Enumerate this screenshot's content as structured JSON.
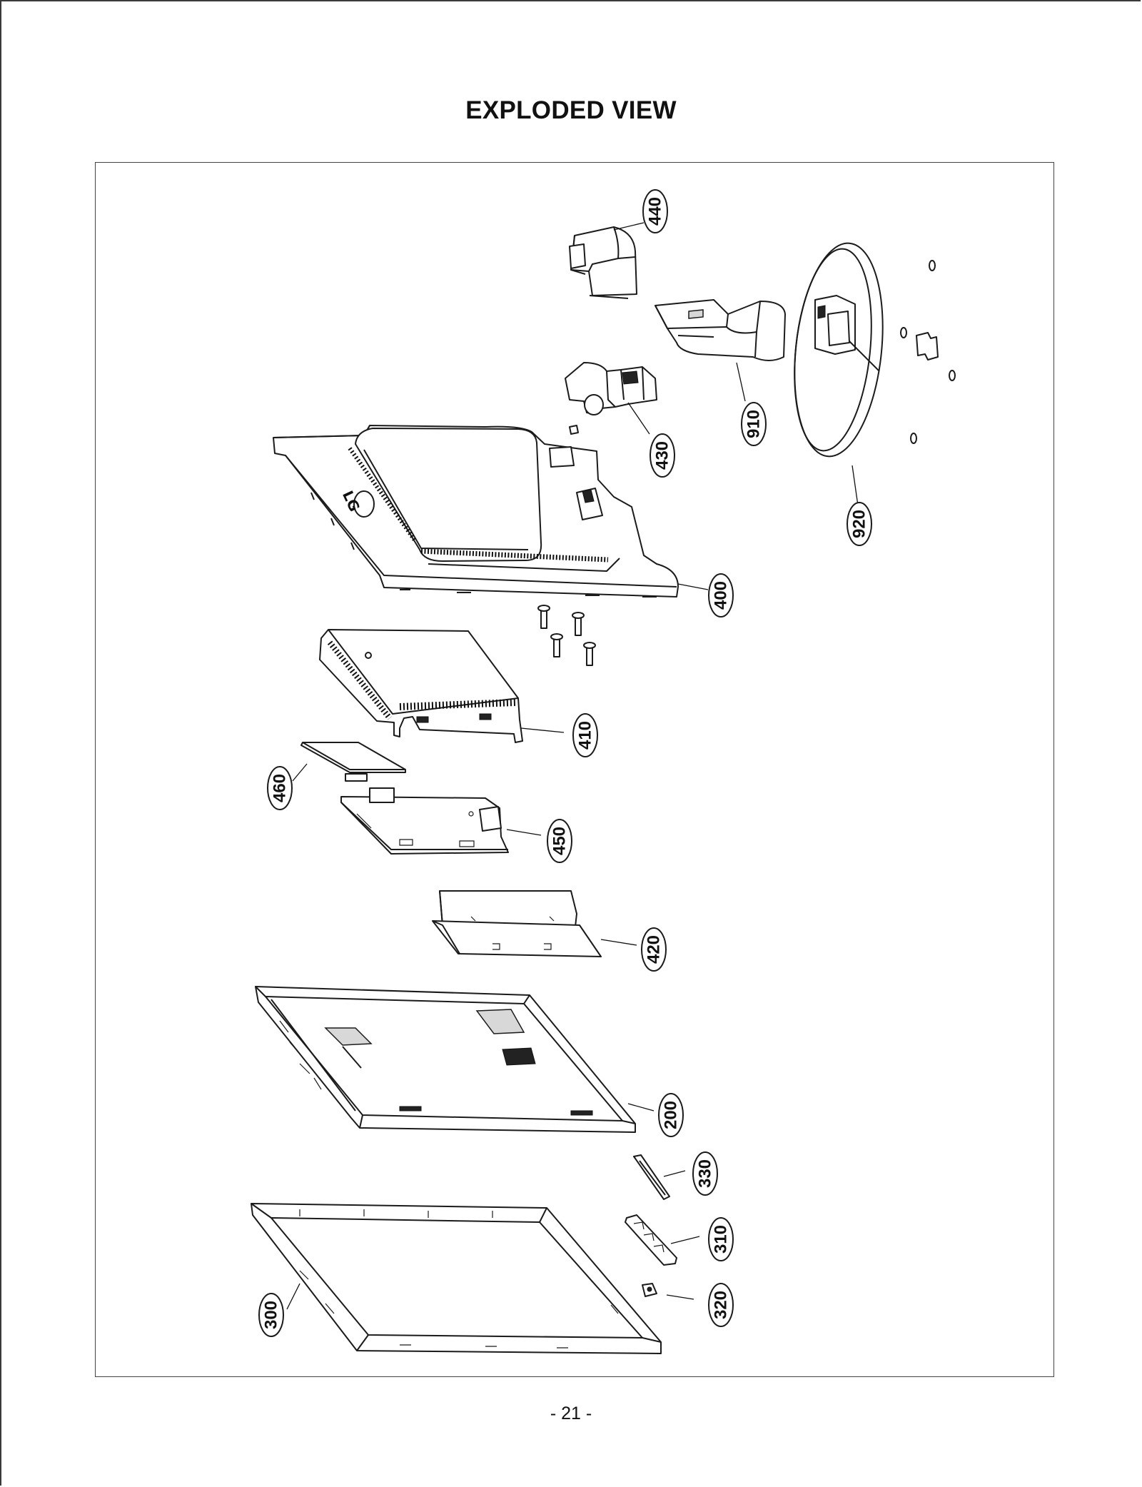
{
  "page": {
    "title": "EXPLODED VIEW",
    "page_number": "- 21 -"
  },
  "callouts": [
    {
      "id": "440",
      "label": "440"
    },
    {
      "id": "910",
      "label": "910"
    },
    {
      "id": "430",
      "label": "430"
    },
    {
      "id": "920",
      "label": "920"
    },
    {
      "id": "400",
      "label": "400"
    },
    {
      "id": "410",
      "label": "410"
    },
    {
      "id": "460",
      "label": "460"
    },
    {
      "id": "450",
      "label": "450"
    },
    {
      "id": "420",
      "label": "420"
    },
    {
      "id": "200",
      "label": "200"
    },
    {
      "id": "330",
      "label": "330"
    },
    {
      "id": "310",
      "label": "310"
    },
    {
      "id": "320",
      "label": "320"
    },
    {
      "id": "300",
      "label": "300"
    }
  ],
  "colors": {
    "line": "#1b1b1b",
    "background": "#ffffff",
    "shading": "#d8d8d8"
  }
}
